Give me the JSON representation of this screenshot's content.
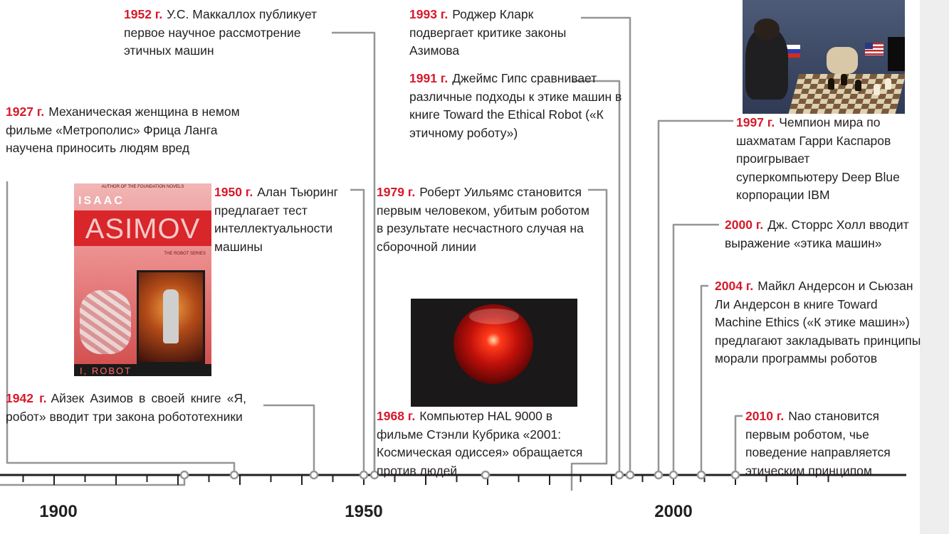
{
  "axis": {
    "labels": [
      "1900",
      "1950",
      "2000"
    ],
    "line_color": "#231f20",
    "connector_color": "#939598",
    "year_color": "#d7192a"
  },
  "events": {
    "e1927": {
      "year": "1927 г.",
      "text": "Механическая женщина в немом фильме «Метрополис» Фрица Ланга научена приносить людям вред"
    },
    "e1942": {
      "year": "1942 г.",
      "text": "Айзек Азимов в своей книге «Я, робот» вводит три закона робототехники"
    },
    "e1950": {
      "year": "1950 г.",
      "text": "Алан Тьюринг предлагает тест интеллектуальности машины"
    },
    "e1952": {
      "year": "1952 г.",
      "text": "У.С. Маккаллох публикует первое научное рассмотрение этичных машин"
    },
    "e1968": {
      "year": "1968 г.",
      "text": "Компьютер HAL 9000 в фильме Стэнли Кубрика «2001: Космическая одиссея» обращается против людей"
    },
    "e1979": {
      "year": "1979 г.",
      "text": "Роберт Уильямс становится первым человеком, убитым роботом в результате несчастного случая на сборочной линии"
    },
    "e1991": {
      "year": "1991 г.",
      "text": "Джеймс Гипс сравнивает различные подходы к этике машин в книге Toward the Ethical Robot («К этичному роботу»)"
    },
    "e1993": {
      "year": "1993 г.",
      "text": "Роджер Кларк подвергает критике законы Азимова"
    },
    "e1997": {
      "year": "1997 г.",
      "text": "Чемпион мира по шахматам Гарри Каспаров проигрывает суперкомпьютеру Deep Blue корпорации IBM"
    },
    "e2000": {
      "year": "2000 г.",
      "text": "Дж. Сторрс Холл вводит выражение «этика машин»"
    },
    "e2004": {
      "year": "2004 г.",
      "text": "Майкл Андерсон и Сьюзан Ли Андерсон в книге Toward Machine Ethics («К этике машин») предлагают закладывать принципы морали программы роботов"
    },
    "e2010": {
      "year": "2010 г.",
      "text": "Nao становится первым роботом, чье поведение направляется этическим принципом"
    }
  },
  "images": {
    "book": {
      "top_line": "AUTHOR OF THE FOUNDATION NOVELS",
      "author": "ISAAC",
      "title": "ASIMOV",
      "series": "THE ROBOT SERIES",
      "subtitle": "I, ROBOT"
    },
    "hal_icon": "hal-9000-eye",
    "chess_icon": "kasparov-deep-blue-photo"
  }
}
